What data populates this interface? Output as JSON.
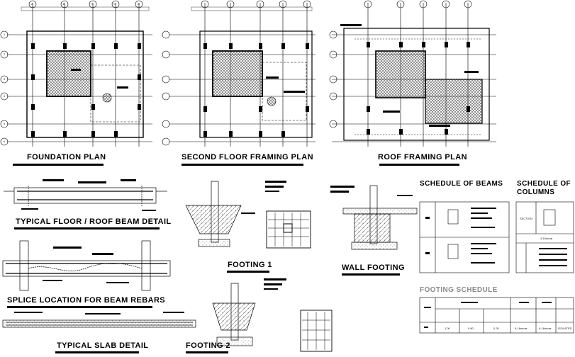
{
  "sheet": {
    "titles": {
      "foundation_plan": "FOUNDATION PLAN",
      "second_floor_plan": "SECOND FLOOR FRAMING PLAN",
      "roof_framing_plan": "ROOF FRAMING PLAN",
      "beam_detail": "TYPICAL FLOOR / ROOF BEAM DETAIL",
      "splice_location": "SPLICE LOCATION FOR BEAM REBARS",
      "slab_detail": "TYPICAL SLAB DETAIL",
      "footing_1": "FOOTING 1",
      "footing_2": "FOOTING 2",
      "wall_footing": "WALL FOOTING",
      "schedule_beams": "SCHEDULE OF BEAMS",
      "schedule_columns_1": "SCHEDULE OF",
      "schedule_columns_2": "COLUMNS",
      "footing_schedule": "FOOTING SCHEDULE"
    },
    "grid_columns": [
      "A",
      "B",
      "C",
      "C'",
      "D"
    ],
    "grid_rows": [
      "1",
      "2",
      "3",
      "4",
      "5",
      "6"
    ],
    "footing_schedule_values": [
      "1.00",
      "0.80",
      "0.20",
      "6-16mmø",
      "6-16mmø",
      "ISOLATED"
    ],
    "column_schedule": {
      "section_label": "SECTION",
      "size": "4-16mmø"
    }
  },
  "colors": {
    "ink": "#000000",
    "hatch": "#555555",
    "paper": "#ffffff"
  }
}
